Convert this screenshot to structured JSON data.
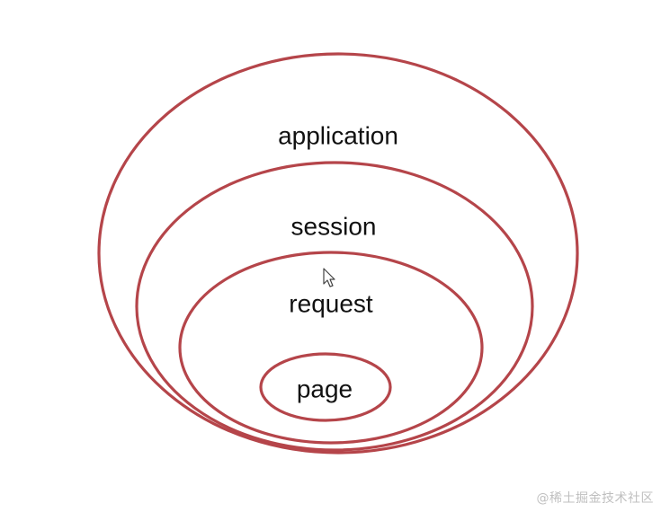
{
  "diagram": {
    "stroke_color": "#b5454a",
    "scopes": {
      "application": {
        "label": "application"
      },
      "session": {
        "label": "session"
      },
      "request": {
        "label": "request"
      },
      "page": {
        "label": "page"
      }
    }
  },
  "watermark": {
    "text": "@稀土掘金技术社区"
  },
  "cursor": {
    "icon": "mouse-pointer-icon"
  }
}
